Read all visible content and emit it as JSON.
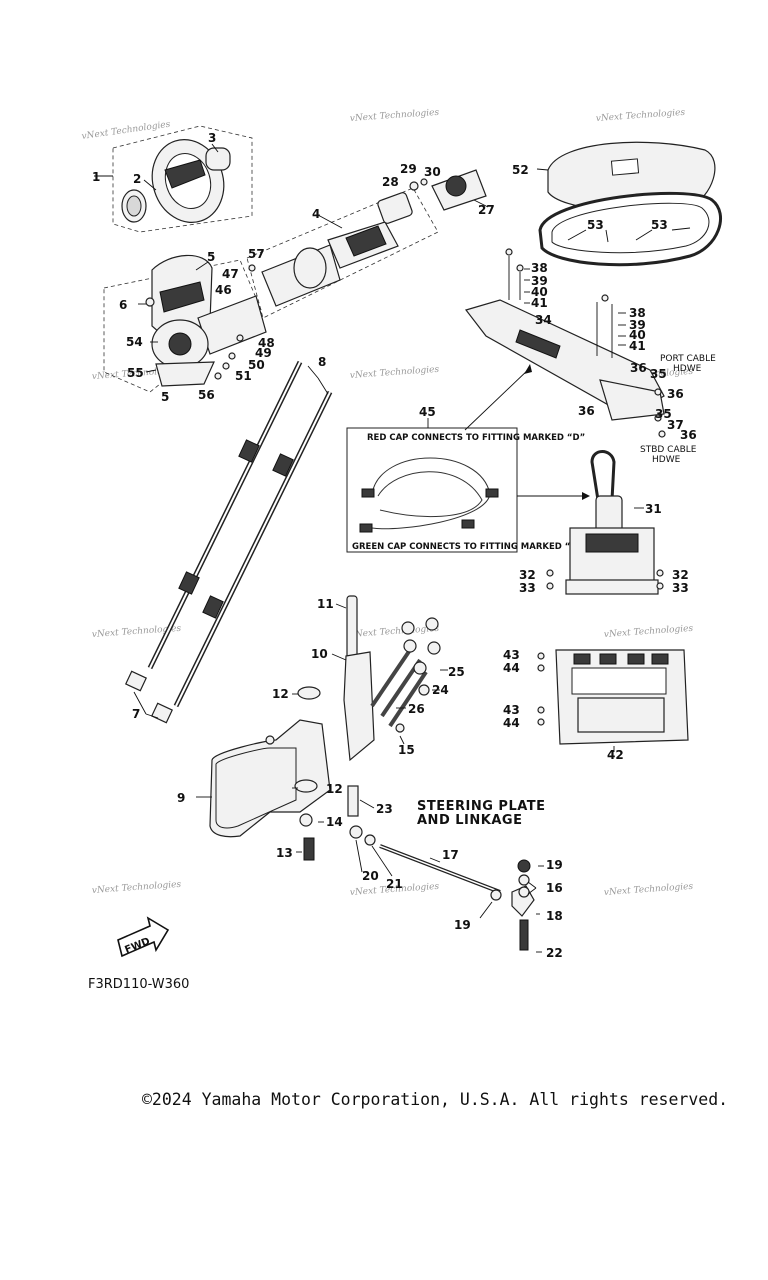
{
  "watermark_text": "vNext Technologies",
  "callouts": {
    "c1": "1",
    "c2": "2",
    "c3": "3",
    "c4": "4",
    "c5a": "5",
    "c5b": "5",
    "c6": "6",
    "c7": "7",
    "c8": "8",
    "c9": "9",
    "c10": "10",
    "c11": "11",
    "c12a": "12",
    "c12b": "12",
    "c13": "13",
    "c14": "14",
    "c15": "15",
    "c16": "16",
    "c17": "17",
    "c18": "18",
    "c19a": "19",
    "c19b": "19",
    "c20": "20",
    "c21": "21",
    "c22": "22",
    "c23": "23",
    "c24": "24",
    "c25": "25",
    "c26": "26",
    "c27": "27",
    "c28": "28",
    "c29": "29",
    "c30": "30",
    "c31": "31",
    "c32a": "32",
    "c32b": "32",
    "c33a": "33",
    "c33b": "33",
    "c34": "34",
    "c35a": "35",
    "c35b": "35",
    "c36a": "36",
    "c36b": "36",
    "c36c": "36",
    "c36d": "36",
    "c37": "37",
    "c38a": "38",
    "c38b": "38",
    "c39a": "39",
    "c39b": "39",
    "c40a": "40",
    "c40b": "40",
    "c41a": "41",
    "c41b": "41",
    "c42": "42",
    "c43a": "43",
    "c43b": "43",
    "c44a": "44",
    "c44b": "44",
    "c45": "45",
    "c46": "46",
    "c47": "47",
    "c48": "48",
    "c49": "49",
    "c50": "50",
    "c51": "51",
    "c52": "52",
    "c53a": "53",
    "c53b": "53",
    "c54": "54",
    "c55": "55",
    "c56": "56",
    "c57": "57"
  },
  "notes": {
    "port_cable": "PORT CABLE",
    "port_hdwe": "HDWE",
    "stbd_cable": "STBD CABLE",
    "stbd_hdwe": "HDWE",
    "red_cap": "RED CAP CONNECTS TO FITTING MARKED “D”",
    "green_cap": "GREEN CAP CONNECTS TO FITTING MARKED “U”",
    "section_title_line1": "STEERING PLATE",
    "section_title_line2": "AND LINKAGE",
    "fwd": "FWD"
  },
  "diagram_code": "F3RD110-W360",
  "copyright": "©2024 Yamaha Motor Corporation, U.S.A. All rights reserved."
}
